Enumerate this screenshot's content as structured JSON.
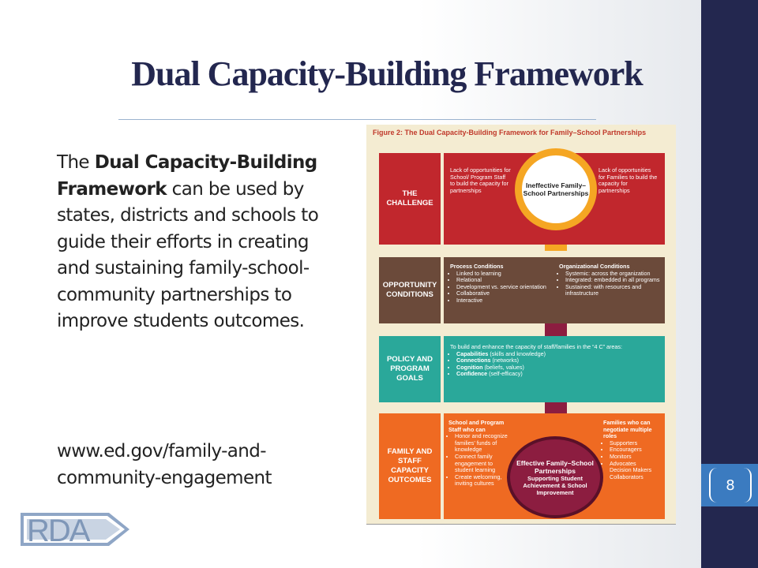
{
  "slide": {
    "title": "Dual Capacity-Building Framework",
    "body_intro": "The ",
    "body_bold": "Dual Capacity-Building Framework",
    "body_rest": " can be used by states, districts and schools to guide their efforts in creating and sustaining family-school-community partnerships to improve students outcomes.",
    "url": "www.ed.gov/family-and-community-engagement",
    "page_number": "8",
    "logo_text": "RDA"
  },
  "colors": {
    "navy": "#23274f",
    "accent_blue": "#3b7bc0",
    "challenge_red": "#c1272d",
    "conditions_brown": "#6b4a3a",
    "goals_teal": "#2aa89a",
    "outcomes_orange": "#ef6a22",
    "gold": "#f5a623",
    "maroon": "#8c1d40"
  },
  "figure": {
    "title": "Figure 2: The Dual Capacity-Building Framework for Family–School Partnerships",
    "challenge": {
      "label": "THE CHALLENGE",
      "left": "Lack of opportunities for School/ Program Staff to build the capacity for partnerships",
      "center": "Ineffective Family–School Partnerships",
      "right": "Lack of opportunities for Families to build the capacity for partnerships"
    },
    "conditions": {
      "label": "OPPORTUNITY CONDITIONS",
      "process_title": "Process Conditions",
      "process_items": [
        "Linked to learning",
        "Relational",
        "Development vs. service orientation",
        "Collaborative",
        "Interactive"
      ],
      "org_title": "Organizational Conditions",
      "org_items": [
        "Systemic: across the organization",
        "Integrated: embedded in all programs",
        "Sustained: with resources and infrastructure"
      ]
    },
    "goals": {
      "label": "POLICY AND PROGRAM GOALS",
      "intro": "To build and enhance the capacity of staff/families in the “4 C” areas:",
      "items": [
        {
          "bold": "Capabilities",
          "rest": " (skills and knowledge)"
        },
        {
          "bold": "Connections",
          "rest": " (networks)"
        },
        {
          "bold": "Cognition",
          "rest": " (beliefs, values)"
        },
        {
          "bold": "Confidence",
          "rest": " (self-efficacy)"
        }
      ]
    },
    "outcomes": {
      "label": "FAMILY AND STAFF CAPACITY OUTCOMES",
      "staff_title": "School and Program Staff who can",
      "staff_items": [
        "Honor and recognize families’ funds of knowledge",
        "Connect family engagement to student learning",
        "Create welcoming, inviting cultures"
      ],
      "center_title": "Effective Family–School Partnerships",
      "center_sub": "Supporting Student Achievement & School Improvement",
      "family_title": "Families who can negotiate multiple roles",
      "family_items": [
        "Supporters",
        "Encouragers",
        "Monitors",
        "Advocates",
        "Decision Makers",
        "Collaborators"
      ]
    }
  }
}
